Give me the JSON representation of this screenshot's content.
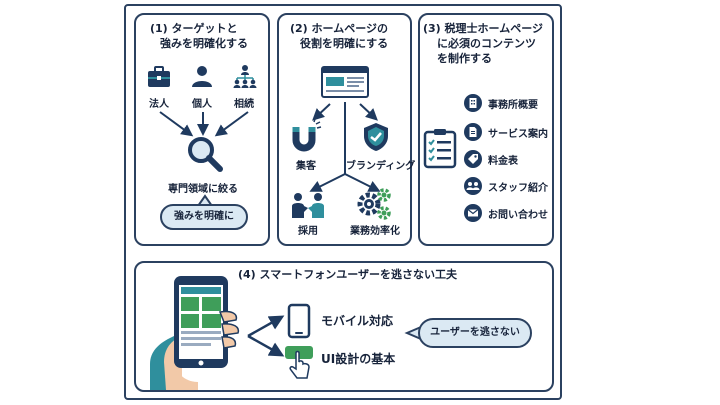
{
  "panel1": {
    "title_line1": "(1) ターゲットと",
    "title_line2": "強みを明確化する",
    "targets": [
      "法人",
      "個人",
      "相続"
    ],
    "focus_label": "専門領域に絞る",
    "bubble": "強みを明確に"
  },
  "panel2": {
    "title_line1": "(2) ホームページの",
    "title_line2": "役割を明確にする",
    "roles": [
      "集客",
      "ブランディング",
      "採用",
      "業務効率化"
    ]
  },
  "panel3": {
    "title_line1": "(3) 税理士ホームページ",
    "title_line2": "に必須のコンテンツ",
    "title_line3": "を制作する",
    "items": [
      "事務所概要",
      "サービス案内",
      "料金表",
      "スタッフ紹介",
      "お問い合わせ"
    ]
  },
  "panel4": {
    "title": "(4) スマートフォンユーザーを逃さない工夫",
    "mobile_label": "モバイル対応",
    "ui_label": "UI設計の基本",
    "bubble": "ユーザーを逃さない"
  },
  "colors": {
    "navy": "#1f3a5f",
    "teal": "#2f8f9d",
    "green": "#3f9e5a",
    "bubble": "#dbe9f3"
  }
}
